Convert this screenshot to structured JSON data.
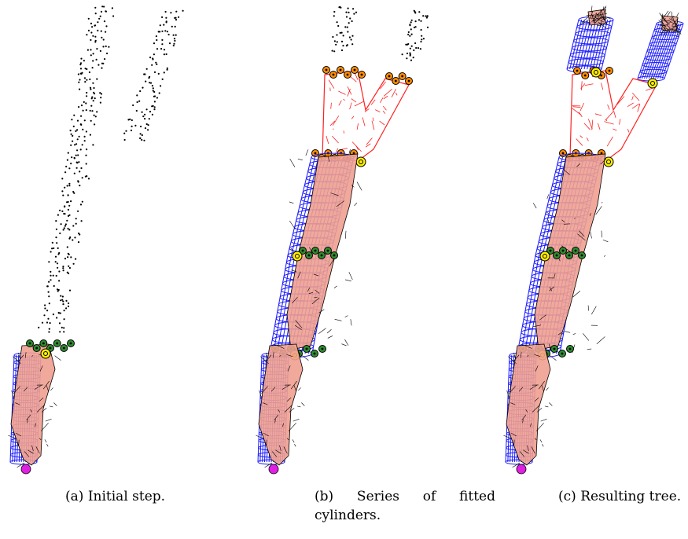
{
  "figure": {
    "panels": [
      {
        "id": "a",
        "caption_prefix": "(a)",
        "caption": "Initial step."
      },
      {
        "id": "b",
        "caption_prefix": "(b)",
        "caption_line1_words": [
          "Series",
          "of",
          "fitted"
        ],
        "caption_line2": "cylinders."
      },
      {
        "id": "c",
        "caption_prefix": "(c)",
        "caption": "Resulting tree."
      }
    ],
    "colors": {
      "points": "#000000",
      "cylinder_mesh": "#1a1aff",
      "surface_fill": "#f0a090",
      "surface_edges": "#000000",
      "branch_mesh": "#ff2020",
      "marker_green": "#2e8b2e",
      "marker_yellow": "#ffee00",
      "marker_orange": "#ff8c00",
      "root_magenta": "#e020e0"
    }
  }
}
